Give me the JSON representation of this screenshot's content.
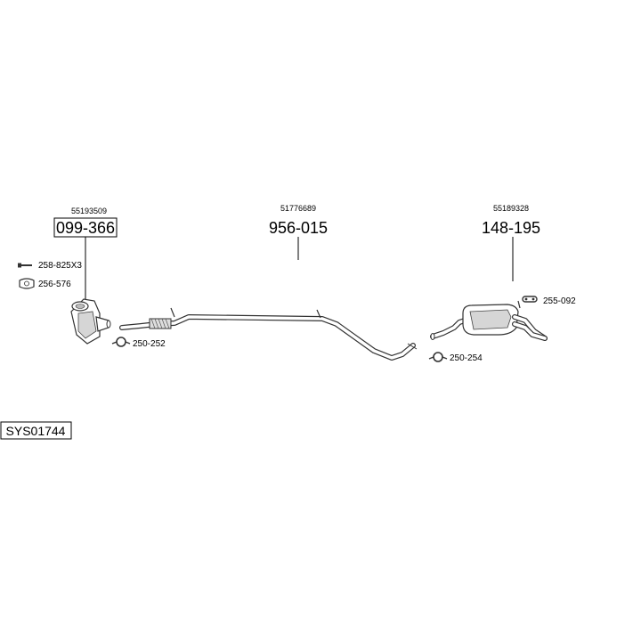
{
  "diagram": {
    "system_code": "SYS01744",
    "parts": [
      {
        "id": "catalyst",
        "oem": "55193509",
        "part_no": "099-366",
        "boxed": true
      },
      {
        "id": "center-pipe",
        "oem": "51776689",
        "part_no": "956-015",
        "boxed": false
      },
      {
        "id": "rear-silencer",
        "oem": "55189328",
        "part_no": "148-195",
        "boxed": false
      }
    ],
    "accessories": {
      "bolt": "258-825X3",
      "gasket": "256-576",
      "clamp_front": "250-252",
      "rubber_mount": "255-092",
      "clamp_rear": "250-254"
    }
  }
}
